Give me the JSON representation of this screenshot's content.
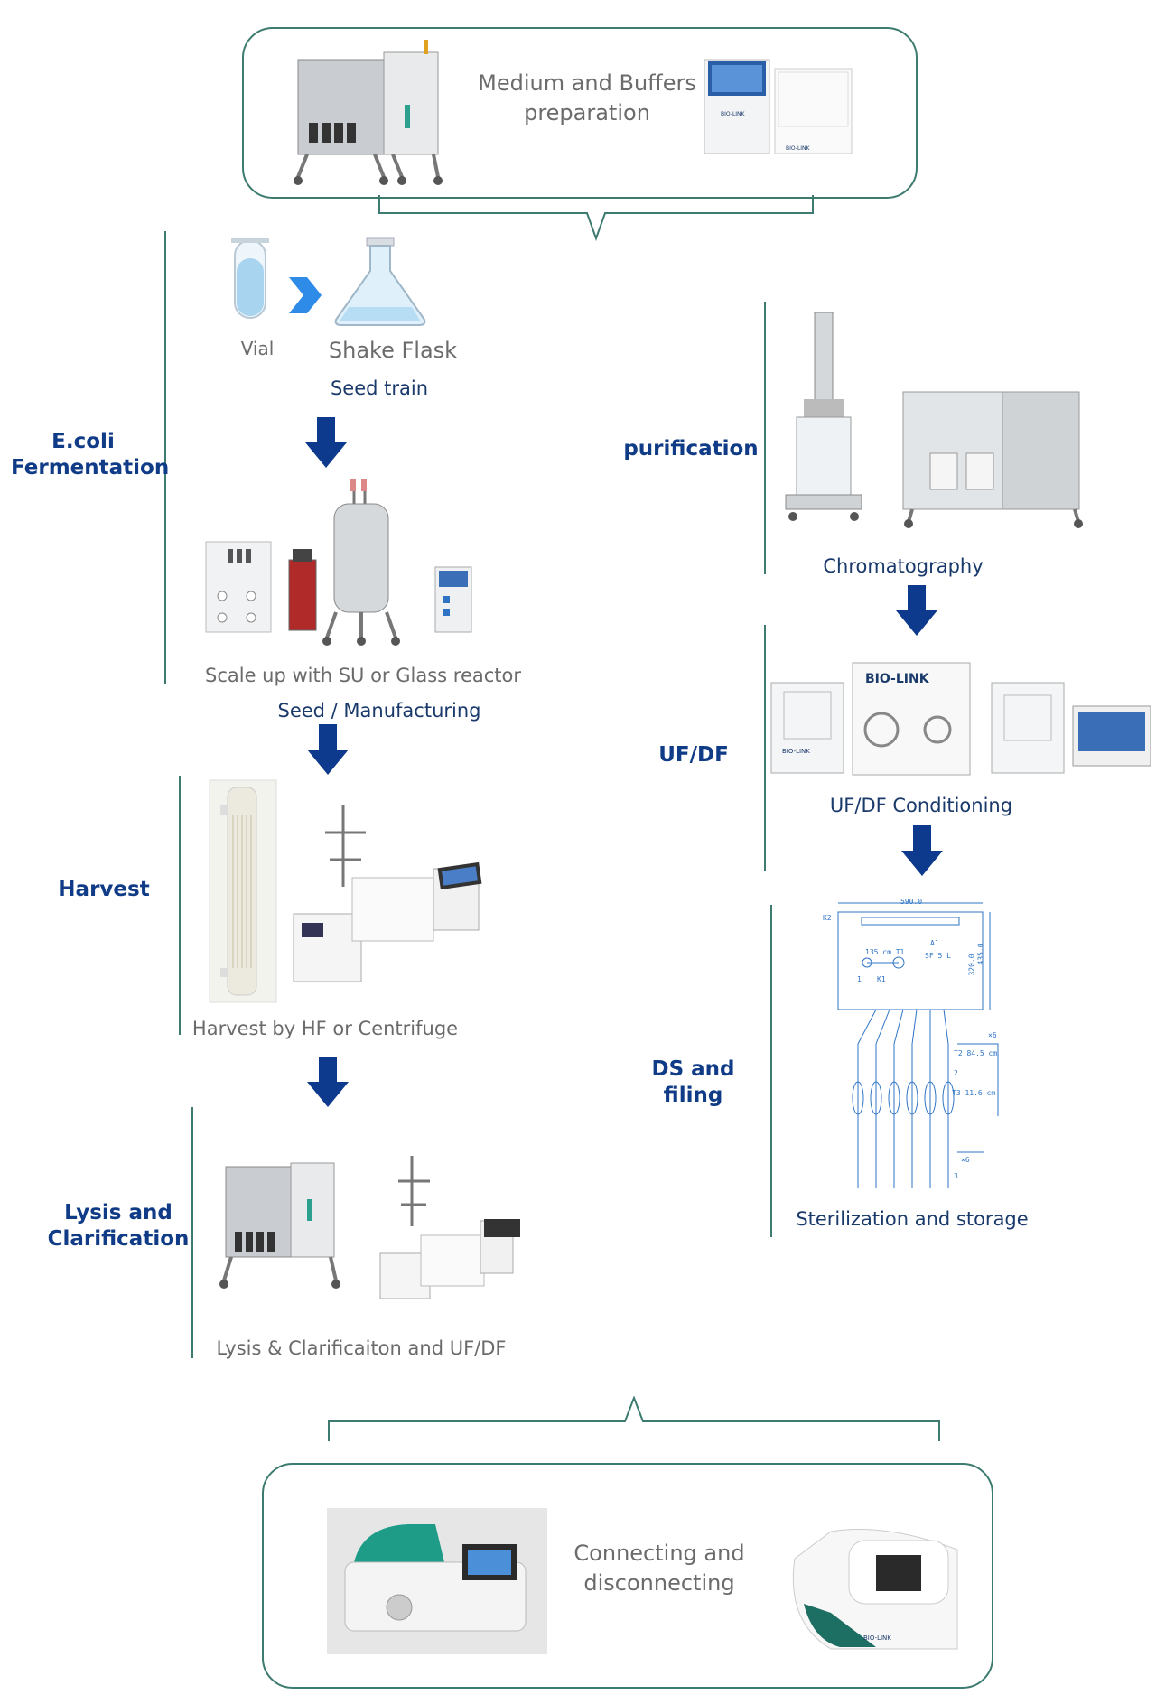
{
  "top_box": {
    "line1": "Medium and Buffers",
    "line2": "preparation"
  },
  "bottom_box": {
    "line1": "Connecting and",
    "line2": "disconnecting"
  },
  "stages": {
    "ecoli_line1": "E.coli",
    "ecoli_line2": "Fermentation",
    "harvest": "Harvest",
    "lysis_line1": "Lysis and",
    "lysis_line2": "Clarification",
    "purification": "purification",
    "ufdf": "UF/DF",
    "ds": "DS and filing"
  },
  "captions": {
    "vial": "Vial",
    "shake_flask": "Shake Flask",
    "seed_train": "Seed train",
    "scale_up": "Scale up with SU or Glass reactor",
    "seed_manufacturing": "Seed / Manufacturing",
    "harvest_caption": "Harvest by HF or Centrifuge",
    "lysis_caption": "Lysis & Clarificaiton and UF/DF",
    "chromatography": "Chromatography",
    "ufdf_conditioning": "UF/DF Conditioning",
    "sterilization": "Sterilization and storage"
  },
  "brand": {
    "biolink": "BIO-LINK"
  },
  "drawing_labels": {
    "width": "590.0",
    "height": "320.0",
    "height2": "435.0",
    "k2": "K2",
    "a1": "A1",
    "sfsl": "SF 5 L",
    "t1": "135 cm  T1",
    "k1": "K1",
    "one": "1",
    "x6a": "×6",
    "t2": "T2 84.5 cm",
    "t3": "T3 11.6 cm",
    "two": "2",
    "x6b": "×6",
    "three": "3"
  },
  "colors": {
    "frame": "#3d7a6f",
    "arrow": "#0d3a8c",
    "stage_text": "#103b86",
    "caption_blue": "#1a3a6b",
    "caption_gray": "#6b6b6b",
    "chevron": "#2f8be8",
    "teal_device": "#1f9c88"
  }
}
